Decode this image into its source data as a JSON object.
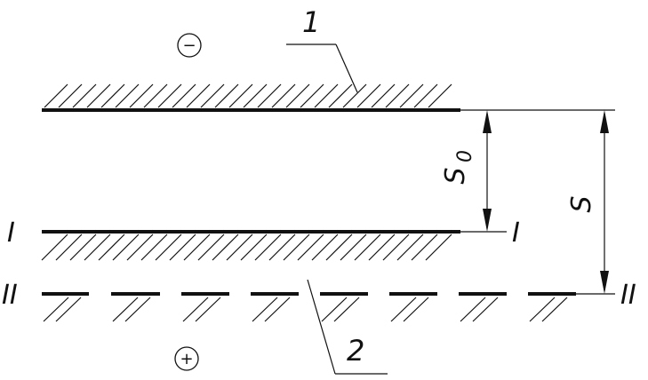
{
  "labels": {
    "electrode_1": "1",
    "electrode_2": "2",
    "negative": "−",
    "positive": "+",
    "gap_s0_main": "S",
    "gap_s0_sub": "0",
    "gap_s": "S",
    "level_1_left": "I",
    "level_1_right": "I",
    "level_2_left": "II",
    "level_2_right": "II"
  },
  "colors": {
    "ink": "#111111",
    "background": "#ffffff"
  }
}
